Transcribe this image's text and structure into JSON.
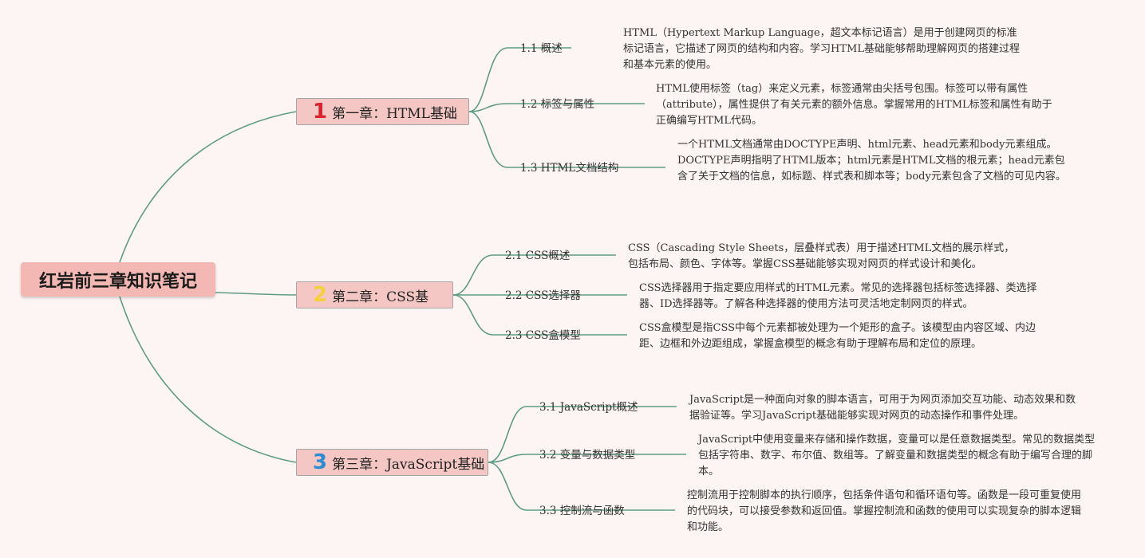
{
  "root": {
    "label": "红岩前三章知识笔记"
  },
  "chapters": [
    {
      "number": "1",
      "number_color": "#d9232f",
      "label": "第一章：HTML基础",
      "sections": [
        {
          "label": "1.1 概述",
          "desc": "HTML（Hypertext Markup Language，超文本标记语言）是用于创建网页的标准标记语言，它描述了网页的结构和内容。学习HTML基础能够帮助理解网页的搭建过程和基本元素的使用。"
        },
        {
          "label": "1.2 标签与属性",
          "desc": "HTML使用标签（tag）来定义元素，标签通常由尖括号包围。标签可以带有属性（attribute），属性提供了有关元素的额外信息。掌握常用的HTML标签和属性有助于正确编写HTML代码。"
        },
        {
          "label": "1.3 HTML文档结构",
          "desc": "一个HTML文档通常由DOCTYPE声明、html元素、head元素和body元素组成。DOCTYPE声明指明了HTML版本；html元素是HTML文档的根元素；head元素包含了关于文档的信息，如标题、样式表和脚本等；body元素包含了文档的可见内容。"
        }
      ]
    },
    {
      "number": "2",
      "number_color": "#f5cf3c",
      "label": "第二章：CSS基",
      "sections": [
        {
          "label": "2.1 CSS概述",
          "desc": "CSS（Cascading Style Sheets，层叠样式表）用于描述HTML文档的展示样式，包括布局、颜色、字体等。掌握CSS基础能够实现对网页的样式设计和美化。"
        },
        {
          "label": "2.2 CSS选择器",
          "desc": "CSS选择器用于指定要应用样式的HTML元素。常见的选择器包括标签选择器、类选择器、ID选择器等。了解各种选择器的使用方法可灵活地定制网页的样式。"
        },
        {
          "label": "2.3 CSS盒模型",
          "desc": "CSS盒模型是指CSS中每个元素都被处理为一个矩形的盒子。该模型由内容区域、内边距、边框和外边距组成，掌握盒模型的概念有助于理解布局和定位的原理。"
        }
      ]
    },
    {
      "number": "3",
      "number_color": "#2e8bd0",
      "label": "第三章：JavaScript基础",
      "sections": [
        {
          "label": "3.1 JavaScript概述",
          "desc": "JavaScript是一种面向对象的脚本语言，可用于为网页添加交互功能、动态效果和数据验证等。学习JavaScript基础能够实现对网页的动态操作和事件处理。"
        },
        {
          "label": "3.2 变量与数据类型",
          "desc": "JavaScript中使用变量来存储和操作数据，变量可以是任意数据类型。常见的数据类型包括字符串、数字、布尔值、数组等。了解变量和数据类型的概念有助于编写合理的脚本。"
        },
        {
          "label": "3.3 控制流与函数",
          "desc": "控制流用于控制脚本的执行顺序，包括条件语句和循环语句等。函数是一段可重复使用的代码块，可以接受参数和返回值。掌握控制流和函数的使用可以实现复杂的脚本逻辑和功能。"
        }
      ]
    }
  ],
  "colors": {
    "connector": "#5f9c83",
    "background": "#fdf5f4"
  }
}
